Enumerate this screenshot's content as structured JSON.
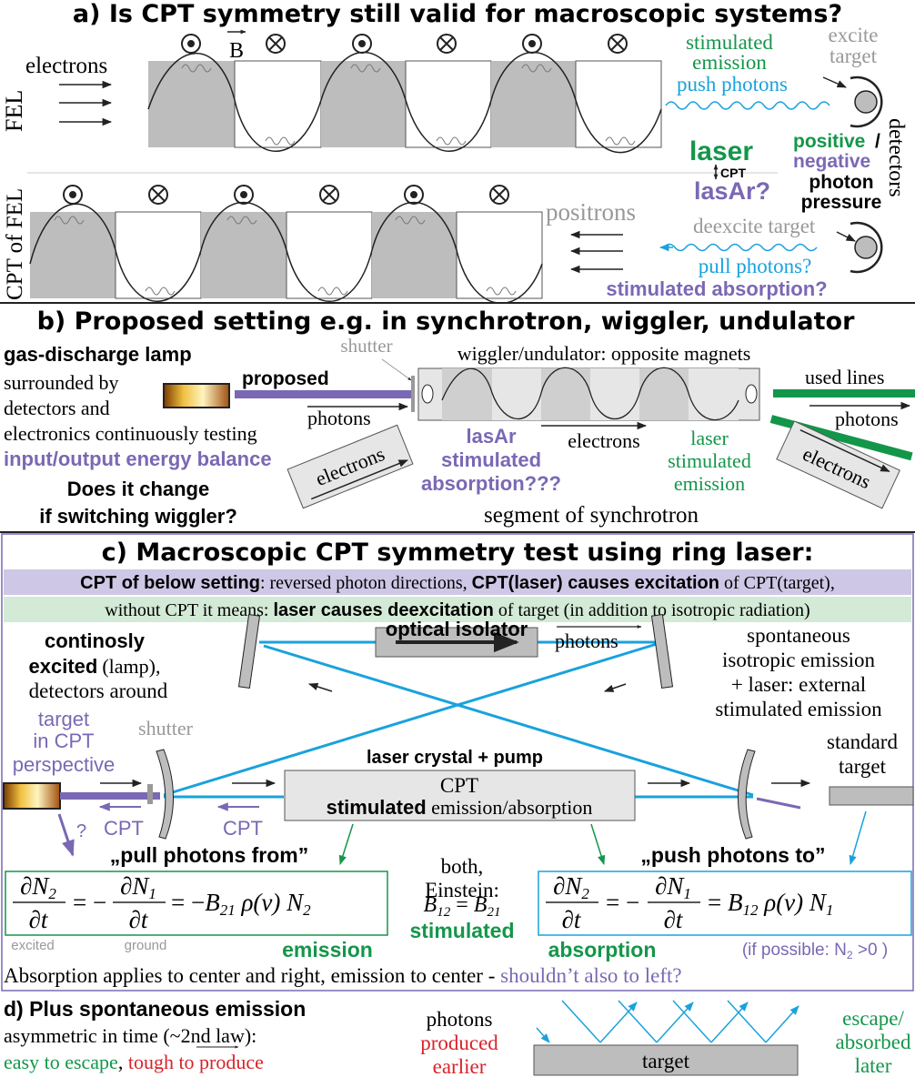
{
  "colors": {
    "green": "#14964a",
    "purple": "#7a68b4",
    "blue": "#19a2dc",
    "red": "#d8232a",
    "gray": "#999999",
    "panel_gray": "#bdbdbd",
    "band_purple": "#cfc7e6",
    "band_green": "#d3ead6"
  },
  "a": {
    "title": "a) Is CPT symmetry still valid for macroscopic systems?",
    "b_field": "B",
    "electrons": "electrons",
    "fel": "FEL",
    "cpt_of_fel": "CPT of FEL",
    "stimulated_emission": [
      "stimulated",
      "emission"
    ],
    "push_photons": "push photons",
    "excite_target": [
      "excite",
      "target"
    ],
    "laser": "laser",
    "cpt_small": "CPT",
    "lasar": "lasAr?",
    "positive": "positive",
    "slash": "/",
    "negative": "negative",
    "photon": "photon",
    "pressure": "pressure",
    "detectors": "detectors",
    "positrons": "positrons",
    "deexcite_target": "deexcite  target",
    "pull_photons": "pull photons?",
    "stimulated_absorption": "stimulated absorption?"
  },
  "b": {
    "title": "b) Proposed setting e.g. in synchrotron, wiggler, undulator",
    "lamp": "gas-discharge lamp",
    "lines": [
      "surrounded by",
      "detectors and",
      "electronics continuously testing"
    ],
    "energy_balance": "input/output energy balance",
    "question": [
      "Does it change",
      "if switching wiggler?"
    ],
    "shutter": "shutter",
    "proposed": "proposed",
    "photons": "photons",
    "wiggler": "wiggler/undulator: opposite magnets",
    "used_lines": "used lines",
    "photons_right": "photons",
    "electrons": "electrons",
    "electrons_right": "electrons",
    "electrons_center": "electrons",
    "lasar": [
      "lasAr",
      "stimulated",
      "absorption???"
    ],
    "laser": [
      "laser",
      "stimulated",
      "emission"
    ],
    "segment": "segment of synchrotron"
  },
  "c": {
    "title": "c) Macroscopic CPT symmetry test using ring laser:",
    "band1": {
      "b1": "CPT of below setting",
      "t1": ": reversed photon directions, ",
      "b2": "CPT(laser) causes excitation",
      "t2": " of CPT(target),"
    },
    "band2": {
      "t1": "without CPT it means: ",
      "b1": "laser causes deexcitation",
      "t2": " of target (in addition to isotropic radiation)"
    },
    "continously": [
      "continosly",
      "excited"
    ],
    "lamp_paren": "(lamp),",
    "detectors_around": "detectors around",
    "optical_isolator": "optical isolator",
    "photons": "photons",
    "spontaneous": [
      "spontaneous",
      "isotropic emission",
      "+ laser: external",
      "stimulated emission"
    ],
    "target_cpt": [
      "target",
      "in CPT",
      "perspective"
    ],
    "shutter": "shutter",
    "standard_target": [
      "standard",
      "target"
    ],
    "laser_crystal": "laser crystal + pump",
    "crystal_cpt": "CPT",
    "crystal_stim": "stimulated",
    "crystal_rest": " emission/absorption",
    "cpt1": "CPT",
    "cpt2": "CPT",
    "qmark": "?",
    "pull_from": "„pull photons from”",
    "push_to": "„push photons to”",
    "both": [
      "both,",
      "Einstein:"
    ],
    "stimulated": "stimulated",
    "emission": "emission",
    "absorption": "absorption",
    "excited": "excited",
    "ground": "ground",
    "if_possible": "(if possible: N",
    "if_possible_tail": " >0 )",
    "sub2": "2",
    "footer_main": "Absorption applies to center and right, emission to center - ",
    "footer_purple": "shouldn’t also to left?"
  },
  "d": {
    "title": "d) Plus spontaneous emission",
    "line1": "asymmetric in time (~2nd law):",
    "easy": "easy to escape",
    "comma": ", ",
    "tough": "tough to produce",
    "photons": "photons",
    "produced": [
      "produced",
      "earlier"
    ],
    "target": "target",
    "escape": [
      "escape/",
      "absorbed",
      "later"
    ]
  }
}
